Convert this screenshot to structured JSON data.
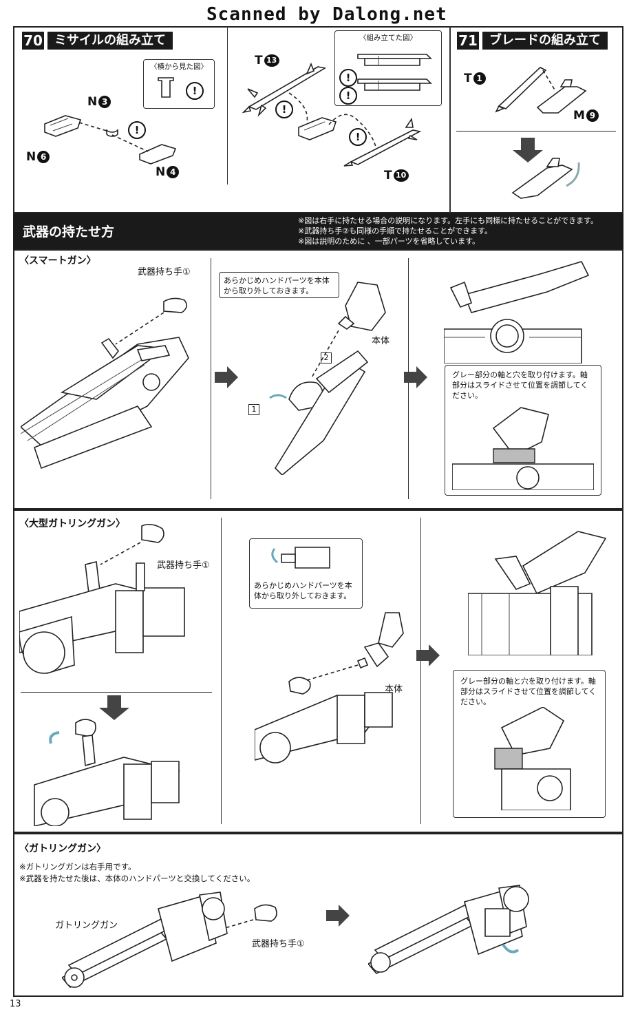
{
  "header": {
    "watermark": "Scanned by Dalong.net"
  },
  "step70": {
    "number": "70",
    "title": "ミサイルの組み立て",
    "side_view_label": "〈横から見た図〉",
    "assembled_view_label": "〈組み立てた図〉",
    "parts": [
      {
        "letter": "N",
        "num": "3"
      },
      {
        "letter": "N",
        "num": "6"
      },
      {
        "letter": "N",
        "num": "4"
      },
      {
        "letter": "T",
        "num": "13"
      },
      {
        "letter": "T",
        "num": "10"
      }
    ]
  },
  "step71": {
    "number": "71",
    "title": "ブレードの組み立て",
    "parts": [
      {
        "letter": "T",
        "num": "1"
      },
      {
        "letter": "M",
        "num": "9"
      }
    ]
  },
  "weapons": {
    "title": "武器の持たせ方",
    "notes": [
      "※図は右手に持たせる場合の説明になります。左手にも同様に持たせることができます。",
      "※武器持ち手②も同様の手順で持たせることができます。",
      "※図は説明のために 、一部パーツを省略しています。"
    ],
    "warning_symbol": "!"
  },
  "smart_gun": {
    "heading": "〈スマートガン〉",
    "hand_label": "武器持ち手①",
    "remove_hand_note": "あらかじめハンドパーツを本体から取り外しておきます。",
    "body_label": "本体",
    "order_1": "1",
    "order_2": "2",
    "adjust_note": "グレー部分の軸と穴を取り付けます。軸部分はスライドさせて位置を調節してください。"
  },
  "large_gatling": {
    "heading": "〈大型ガトリングガン〉",
    "hand_label": "武器持ち手①",
    "remove_hand_note": "あらかじめハンドパーツを本体から取り外しておきます。",
    "body_label": "本体",
    "adjust_note": "グレー部分の軸と穴を取り付けます。軸部分はスライドさせて位置を調節してください。"
  },
  "gatling": {
    "heading": "〈ガトリングガン〉",
    "notes": [
      "※ガトリングガンは右手用です。",
      "※武器を持たせた後は、本体のハンドパーツと交換してください。"
    ],
    "gun_label": "ガトリングガン",
    "hand_label": "武器持ち手①"
  },
  "footer": {
    "page_number": "13"
  }
}
